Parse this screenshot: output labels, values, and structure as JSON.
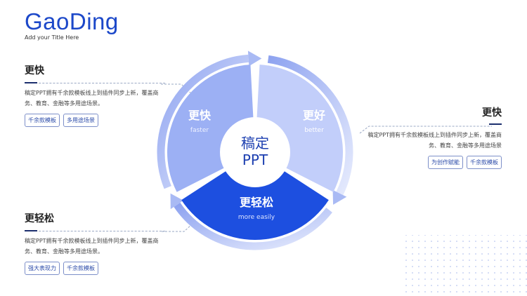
{
  "header": {
    "brand": "GaoDing",
    "subtitle": "Add your Title Here"
  },
  "blocks": [
    {
      "title": "更快",
      "text": "稿定PPT拥有千余款模板线上到插件同步上新，覆盖商务、教育、金融等多用途场景。",
      "tags": [
        "千余款模板",
        "多用途场景"
      ]
    },
    {
      "title": "更快",
      "text": "稿定PPT拥有千余款模板线上到插件同步上新，覆盖商务、教育、金融等多用途场景",
      "tags": [
        "为创作赋能",
        "千余款模板"
      ]
    },
    {
      "title": "更轻松",
      "text": "稿定PPT拥有千余款模板线上到插件同步上新，覆盖商务、教育、金融等多用途场景。",
      "tags": [
        "强大表现力",
        "千余款模板"
      ]
    }
  ],
  "cycle": {
    "center": [
      "稿定",
      "PPT"
    ],
    "segments": [
      {
        "title": "更快",
        "sub": "faster",
        "color": "#9cb0f4"
      },
      {
        "title": "更好",
        "sub": "better",
        "color": "#c2cefa"
      },
      {
        "title": "更轻松",
        "sub": "more easily",
        "color": "#1d4fe0"
      }
    ]
  }
}
